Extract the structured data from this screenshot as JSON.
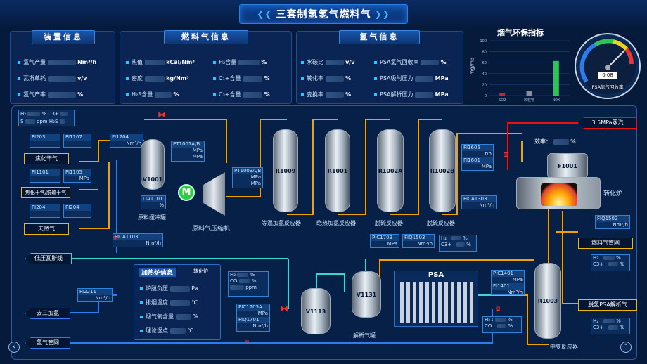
{
  "title": "三套制氢氢气燃料气",
  "device_panel": {
    "title": "装置信息",
    "rows": [
      {
        "label": "氢气产量",
        "unit": "Nm³/h"
      },
      {
        "label": "瓦斯单耗",
        "unit": "v/v"
      },
      {
        "label": "氢气产率",
        "unit": "%"
      }
    ]
  },
  "fuel_panel": {
    "title": "燃料气信息",
    "left": [
      {
        "label": "热值",
        "unit": "kCal/Nm³"
      },
      {
        "label": "密度",
        "unit": "kg/Nm³"
      },
      {
        "label": "H₂S含量",
        "unit": "%"
      }
    ],
    "right": [
      {
        "label": "H₂含量",
        "unit": "%"
      },
      {
        "label": "C₁+含量",
        "unit": "%"
      },
      {
        "label": "C₃+含量",
        "unit": "%"
      }
    ]
  },
  "h2_panel": {
    "title": "氢气信息",
    "left": [
      {
        "label": "水碳比",
        "unit": "v/v"
      },
      {
        "label": "转化率",
        "unit": "%"
      },
      {
        "label": "变换率",
        "unit": "%"
      }
    ],
    "right": [
      {
        "label": "PSA氢气回收率",
        "unit": "%"
      },
      {
        "label": "PSA吸附压力",
        "unit": "MPa"
      },
      {
        "label": "PSA解析压力",
        "unit": "MPa"
      }
    ]
  },
  "env_chart": {
    "title": "烟气环保指标",
    "ylabel": "mg/m3",
    "ticks": [
      "100",
      "80",
      "60",
      "40",
      "20",
      "0"
    ],
    "categories": [
      "SO2",
      "颗粒物",
      "NOX"
    ],
    "gauge_label": "PSA氢气回收率",
    "gauge_value": "0.08"
  },
  "chart_data": {
    "type": "bar",
    "title": "烟气环保指标",
    "ylabel": "mg/m3",
    "categories": [
      "SO2",
      "颗粒物",
      "NOX"
    ],
    "values": [
      5,
      8,
      63
    ],
    "ylim": [
      0,
      100
    ]
  },
  "flow": {
    "top_left": {
      "a": "H₂",
      "a_unit": "%",
      "b": "C3+",
      "b_unit": "%",
      "c": "S",
      "c_unit": "ppm",
      "d": "H₂S",
      "d_unit": "ppm"
    },
    "tags": {
      "fi203": "FI203",
      "fi1107": "FI1107",
      "fi1204": "FI1204",
      "fi1204_u": "Nm³/h",
      "fi1101": "FI1101",
      "fi1105": "FI1105",
      "fi1105_u": "MPa",
      "fi204": "FI204",
      "pi204": "PI204",
      "lia1101": "LIA1101",
      "lia_u": "%",
      "pt1001": "PT1001A/B",
      "pt_u": "MPa",
      "pt1003": "PT1003A/B",
      "pt3_u": "MPa",
      "fi1605": "FI1605",
      "fi1605_u": "t/h",
      "fi1601": "FI1601",
      "fi1601_u": "MPa",
      "fica1303": "FICA1303",
      "fica1303_u": "Nm³/h",
      "fiq1502": "FIQ1502",
      "fiq1502_u": "Nm³/h",
      "fica1103": "FICA1103",
      "fica1103_u": "Nm³/h",
      "fi2211": "FI2211",
      "fi2211_u": "Nm³/h",
      "pic1709": "PIC1709",
      "pic1709_u": "MPa",
      "fiq1503": "FIQ1503",
      "fiq1503_u": "Nm³/h",
      "pic1703a": "PIC1703A",
      "pic1703a_u": "MPa",
      "fiq1701": "FIQ1701",
      "fiq1701_u": "Nm³/h",
      "pic1401": "PIC1401",
      "pic1401_u": "MPa",
      "fi1401": "FI1401",
      "fi1401_u": "Nm³/h"
    },
    "boxes": {
      "jiaohua": "焦化干气",
      "jiaohua2": "焦化干气/脱硫干气",
      "tianran": "天然气",
      "steam": "3.5MPa蒸汽",
      "fuelnet": "燃料气管网",
      "psa_gas": "脱氢PSA解析气",
      "lowgas": "低压瓦斯线",
      "qu3": "去三加氢",
      "h2net": "氢气管网"
    },
    "vessels": {
      "v1001": "V1001",
      "r1009": "R1009",
      "r1001": "R1001",
      "r1002a": "R1002A",
      "r1002b": "R1002B",
      "f1001": "F1001",
      "v1131": "V1131",
      "v1113": "V1113",
      "r1003": "R1003",
      "psa": "PSA"
    },
    "labels": {
      "buffer": "原料缓冲罐",
      "comp": "原料气压缩机",
      "r1009": "等温加氢反应器",
      "r1001": "绝热加氢反应器",
      "r1002a": "脱硫反应器",
      "r1002b": "脱硫反应器",
      "furnace": "转化炉",
      "analysis": "解析气罐",
      "midshift": "中变反应器",
      "furnace_label": "效率：",
      "furnace_unit": "%",
      "furnace_info": "加热炉信息",
      "furnace_sel": "转化炉",
      "fi_rows": [
        "炉膛负压",
        "排烟温度",
        "烟气氧含量",
        "理论湿点"
      ],
      "fi_units": [
        "Pa",
        "℃",
        "%",
        "℃"
      ],
      "h2": "H₂",
      "co": "CO",
      "c3": "C3+",
      "pct": "%",
      "ppm": "ppm",
      "motor": "M"
    }
  }
}
